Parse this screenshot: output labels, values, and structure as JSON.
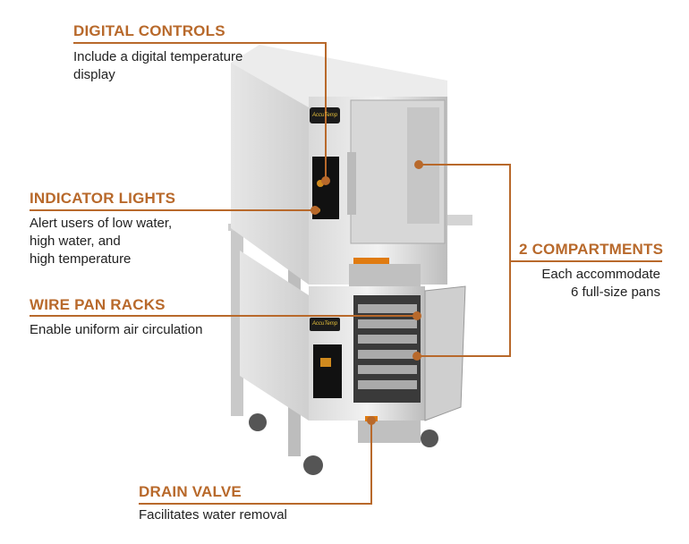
{
  "accent_color": "#b8692b",
  "callouts": [
    {
      "title": "DIGITAL CONTROLS",
      "desc": "Include a digital temperature display"
    },
    {
      "title": "INDICATOR LIGHTS",
      "desc_lines": [
        "Alert users of low water,",
        "high water, and",
        "high temperature"
      ]
    },
    {
      "title": "2 COMPARTMENTS",
      "desc_lines": [
        "Each accommodate",
        "6 full-size pans"
      ]
    },
    {
      "title": "WIRE PAN RACKS",
      "desc": "Enable uniform air circulation"
    },
    {
      "title": "DRAIN VALVE",
      "desc": "Facilitates water removal"
    }
  ],
  "brand": "AccuTemp"
}
